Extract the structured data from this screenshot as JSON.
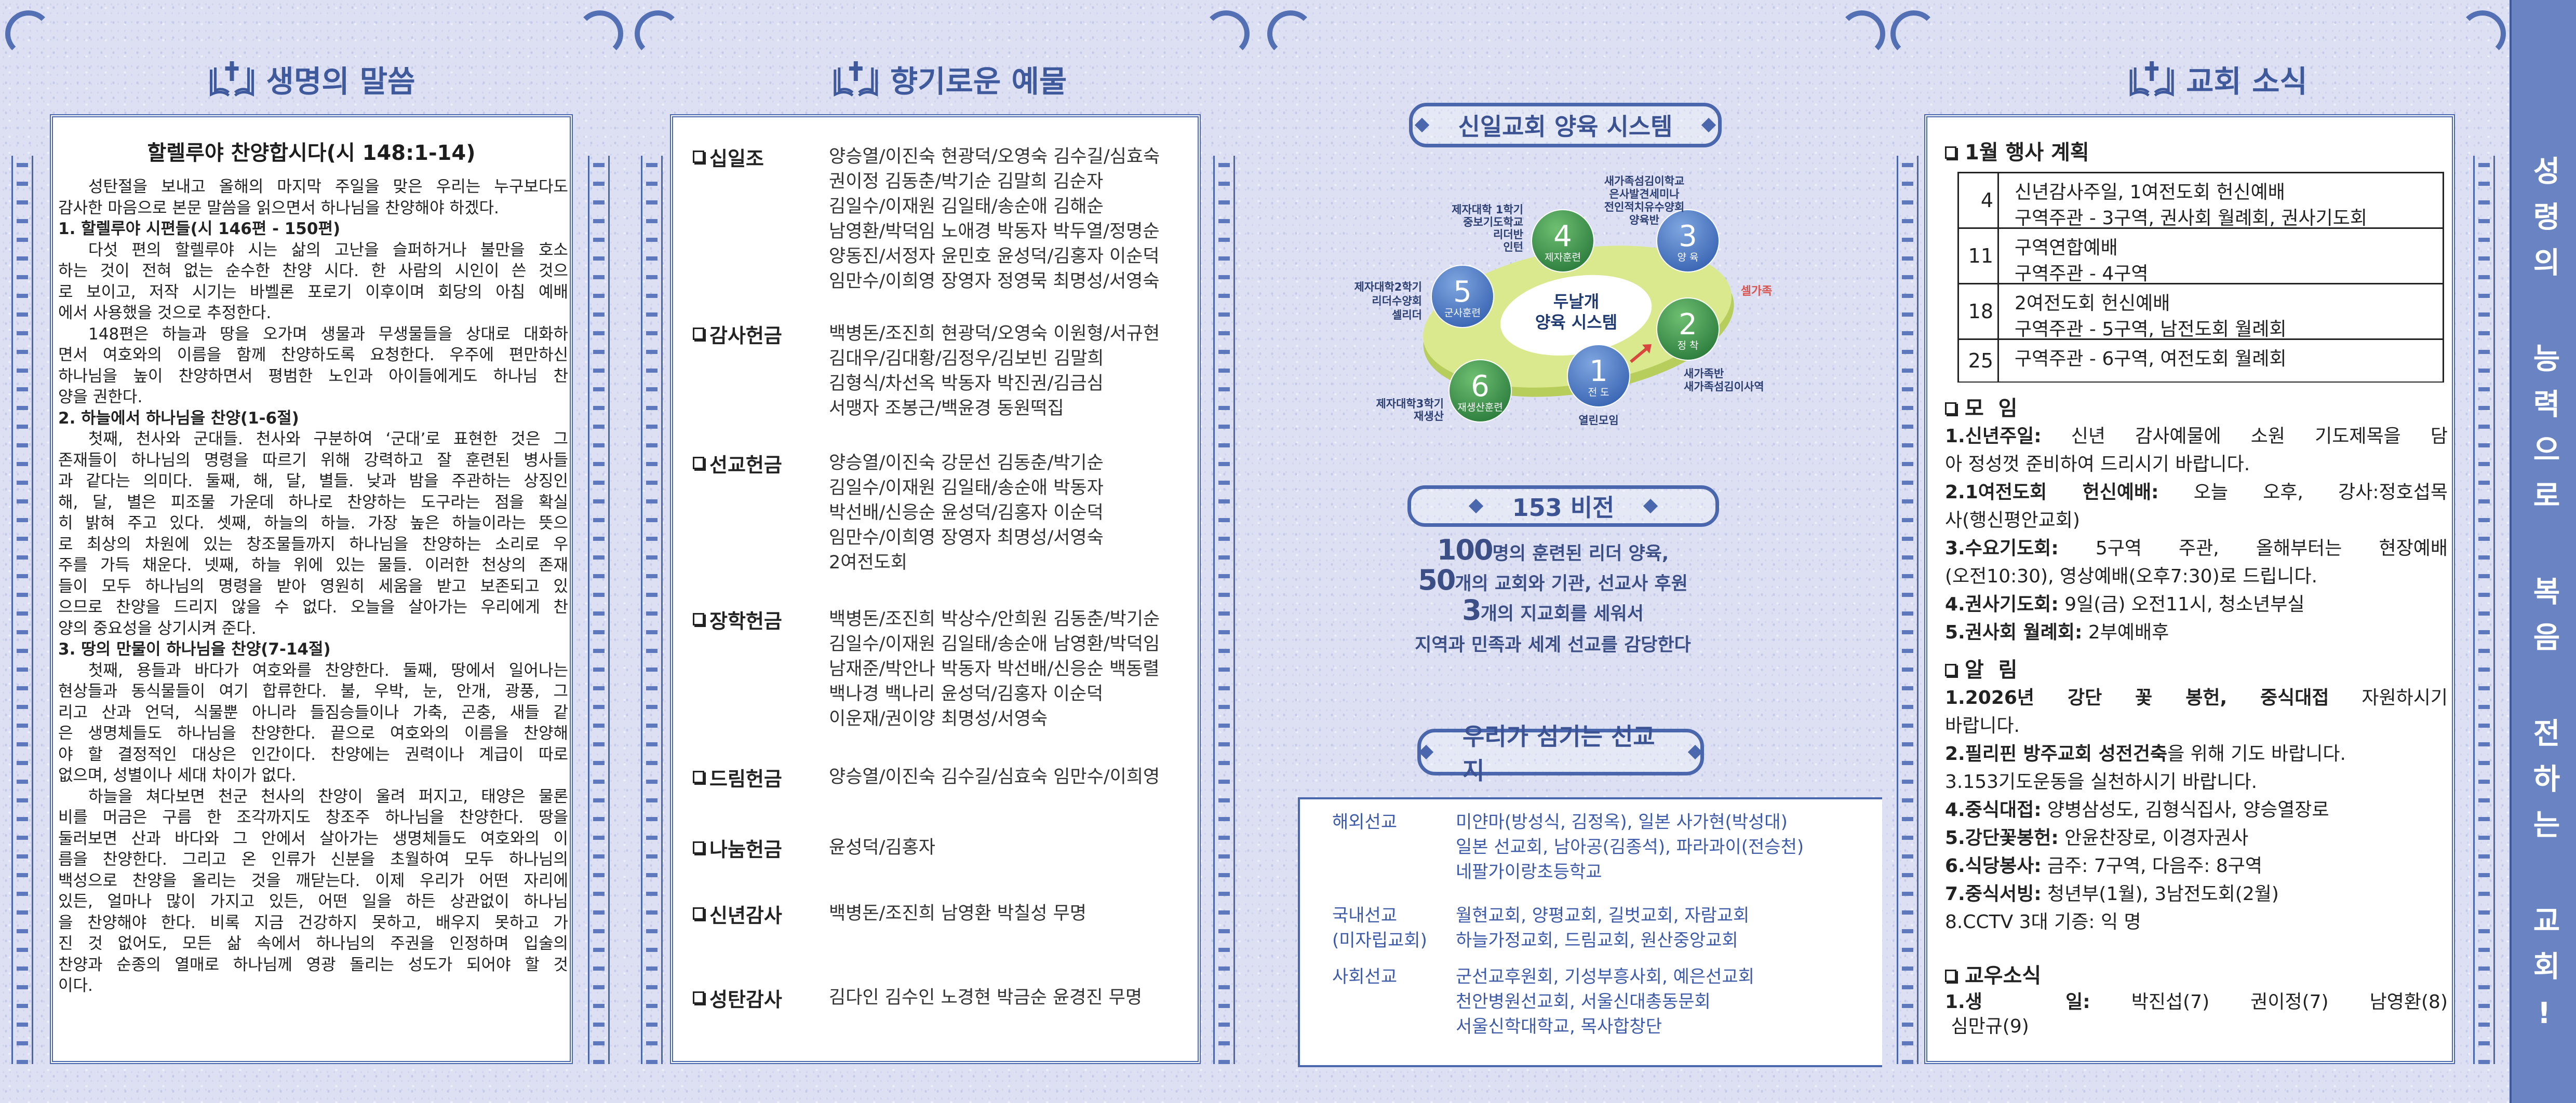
{
  "sermon": {
    "header": "생명의 말씀",
    "title": "할렐루야 찬양합시다(시 148:1-14)",
    "blocks": [
      {
        "type": "p",
        "lines": [
          "성탄절을 보내고 올해의 마지막 주일을 맞은 우리는 누구보다도",
          "감사한 마음으로 본문 말씀을 읽으면서 하나님을 찬양해야 하겠다."
        ]
      },
      {
        "type": "h",
        "lines": [
          "1. 할렐루야 시편들(시 146편 - 150편)"
        ]
      },
      {
        "type": "p",
        "lines": [
          "다섯 편의 할렐루야 시는 삶의 고난을 슬퍼하거나 불만을 호소",
          "하는 것이 전혀 없는 순수한 찬양 시다. 한 사람의 시인이 쓴 것으",
          "로 보이고, 저작 시기는 바벨론 포로기 이후이며 회당의 아침 예배",
          "에서 사용했을 것으로 추정한다."
        ]
      },
      {
        "type": "p",
        "lines": [
          "148편은 하늘과 땅을 오가며 생물과 무생물들을 상대로 대화하",
          "면서 여호와의 이름을 함께 찬양하도록 요청한다. 우주에 편만하신",
          "하나님을 높이 찬양하면서 평범한 노인과 아이들에게도 하나님 찬",
          "양을 권한다."
        ]
      },
      {
        "type": "h",
        "lines": [
          "2. 하늘에서 하나님을 찬양(1-6절)"
        ]
      },
      {
        "type": "p",
        "lines": [
          "첫째, 천사와 군대들. 천사와 구분하여 ‘군대’로 표현한 것은 그",
          "존재들이 하나님의 명령을 따르기 위해 강력하고 잘 훈련된 병사들",
          "과 같다는 의미다. 둘째, 해, 달, 별들. 낮과 밤을 주관하는 상징인",
          "해, 달, 별은 피조물 가운데 하나로 찬양하는 도구라는 점을 확실",
          "히 밝혀 주고 있다. 셋째, 하늘의 하늘. 가장 높은 하늘이라는 뜻으",
          "로 최상의 차원에 있는 창조물들까지 하나님을 찬양하는 소리로 우",
          "주를 가득 채운다. 넷째, 하늘 위에 있는 물들. 이러한 천상의 존재",
          "들이 모두 하나님의 명령을 받아 영원히 세움을 받고 보존되고 있",
          "으므로 찬양을 드리지 않을 수 없다. 오늘을 살아가는 우리에게 찬",
          "양의 중요성을 상기시켜 준다."
        ]
      },
      {
        "type": "h",
        "lines": [
          "3. 땅의 만물이 하나님을 찬양(7-14절)"
        ]
      },
      {
        "type": "p",
        "lines": [
          "첫째, 용들과 바다가 여호와를 찬양한다. 둘째, 땅에서 일어나는",
          "현상들과 동식물들이 여기 합류한다. 불, 우박, 눈, 안개, 광풍, 그",
          "리고 산과 언덕, 식물뿐 아니라 들짐승들이나 가축, 곤충, 새들 같",
          "은 생명체들도 하나님을 찬양한다. 끝으로 여호와의 이름을 찬양해",
          "야 할 결정적인 대상은 인간이다. 찬양에는 권력이나 계급이 따로",
          "없으며, 성별이나 세대 차이가 없다."
        ]
      },
      {
        "type": "p",
        "lines": [
          "하늘을 쳐다보면 천군 천사의 찬양이 울려 퍼지고, 태양은 물론",
          "비를 머금은 구름 한 조각까지도 창조주 하나님을 찬양한다. 땅을",
          "둘러보면 산과 바다와 그 안에서 살아가는 생명체들도 여호와의 이",
          "름을 찬양한다. 그리고 온 인류가 신분을 초월하여 모두 하나님의",
          "백성으로 찬양을 올리는 것을 깨닫는다. 이제 우리가 어떤 자리에",
          "있든, 얼마나 많이 가지고 있든, 어떤 일을 하든 상관없이 하나님",
          "을 찬양해야 한다. 비록 지금 건강하지 못하고, 배우지 못하고 가",
          "진 것 없어도, 모든 삶 속에서 하나님의 주권을 인정하며 입술의",
          "찬양과 순종의 열매로 하나님께 영광 돌리는 성도가 되어야 할 것",
          "이다."
        ]
      }
    ]
  },
  "offerings": {
    "header": "향기로운 예물",
    "items": [
      {
        "label": "십일조",
        "lines": [
          "양승열/이진숙 현광덕/오영숙 김수길/심효숙",
          "권이정 김동춘/박기순 김말희 김순자",
          "김일수/이재원 김일태/송순애 김해순",
          "남영환/박덕임 노애경 박동자 박두열/정명순",
          "양동진/서정자 윤민호 윤성덕/김홍자 이순덕",
          "임만수/이희영 장영자 정영묵 최명성/서영숙"
        ]
      },
      {
        "label": "감사헌금",
        "lines": [
          "백병돈/조진희 현광덕/오영숙 이원형/서규현",
          "김대우/김대황/김정우/김보빈 김말희",
          "김형식/차선옥 박동자 박진권/김금심",
          "서맹자 조봉근/백윤경 동원떡집"
        ]
      },
      {
        "label": "선교헌금",
        "lines": [
          "양승열/이진숙 강문선 김동춘/박기순",
          "김일수/이재원 김일태/송순애 박동자",
          "박선배/신응순 윤성덕/김홍자 이순덕",
          "임만수/이희영 장영자 최명성/서영숙",
          "2여전도회"
        ]
      },
      {
        "label": "장학헌금",
        "lines": [
          "백병돈/조진희 박상수/안희원 김동춘/박기순",
          "김일수/이재원 김일태/송순애 남영환/박덕임",
          "남재준/박안나 박동자 박선배/신응순 백동렬",
          "백나경 백나리 윤성덕/김홍자 이순덕",
          "이운재/권이양 최명성/서영숙"
        ]
      },
      {
        "label": "드림헌금",
        "lines": [
          "양승열/이진숙 김수길/심효숙 임만수/이희영"
        ]
      },
      {
        "label": "나눔헌금",
        "lines": [
          "윤성덕/김홍자"
        ]
      },
      {
        "label": "신년감사",
        "lines": [
          "백병돈/조진희 남영환 박칠성 무명"
        ]
      },
      {
        "label": "성탄감사",
        "lines": [
          "김다인 김수인 노경현 박금순 윤경진 무명"
        ]
      }
    ]
  },
  "training": {
    "title": "신일교회 양육 시스템",
    "center": [
      "두날개",
      "양육 시스템"
    ],
    "cell_label": "셀가족",
    "nodes": [
      {
        "num": "1",
        "name": "전 도",
        "desc": [
          "열린모임"
        ],
        "color": "#4a7cc7"
      },
      {
        "num": "2",
        "name": "정 착",
        "desc": [
          "새가족반",
          "새가족섬김이사역"
        ],
        "color": "#3f9650"
      },
      {
        "num": "3",
        "name": "양 육",
        "desc": [
          "새가족섬김이학교",
          "은사발견세미나",
          "전인적치유수양회",
          "양육반"
        ],
        "color": "#4a7cc7"
      },
      {
        "num": "4",
        "name": "제자훈련",
        "desc": [
          "제자대학 1학기",
          "중보기도학교",
          "리더반",
          "인턴"
        ],
        "color": "#3f9650"
      },
      {
        "num": "5",
        "name": "군사훈련",
        "desc": [
          "제자대학2학기",
          "리더수양회",
          "셀리더"
        ],
        "color": "#4a7cc7"
      },
      {
        "num": "6",
        "name": "재생산훈련",
        "desc": [
          "제자대학3학기",
          "재생산"
        ],
        "color": "#3f9650"
      }
    ]
  },
  "vision": {
    "title": "153 비전",
    "lines": [
      {
        "num": "100",
        "text": "명의 훈련된 리더 양육,"
      },
      {
        "num": "50",
        "text": "개의 교회와 기관, 선교사 후원"
      },
      {
        "num": "3",
        "text": "개의 지교회를 세워서"
      },
      {
        "num": "",
        "text": "지역과 민족과 세계 선교를 감당한다"
      }
    ]
  },
  "missions": {
    "title": "우리가 섬기는 선교지",
    "groups": [
      {
        "category": [
          "해외선교"
        ],
        "items": [
          "미얀마(방성식, 김정옥), 일본 사가현(박성대)",
          "일본 선교회, 남아공(김종석), 파라과이(전승천)",
          "네팔가이랑초등학교"
        ]
      },
      {
        "category": [
          "국내선교",
          "(미자립교회)"
        ],
        "items": [
          "월현교회, 양평교회, 길벗교회, 자람교회",
          "하늘가정교회, 드림교회, 원산중앙교회"
        ]
      },
      {
        "category": [
          "사회선교"
        ],
        "items": [
          "군선교후원회, 기성부흥사회, 예은선교회",
          "천안병원선교회, 서울신대총동문회",
          "서울신학대학교, 목사합창단"
        ]
      }
    ]
  },
  "news": {
    "header": "교회 소식",
    "events_title": "1월 행사 계획",
    "events": [
      {
        "date": "4",
        "lines": [
          "신년감사주일, 1여전도회 헌신예배",
          "구역주관 - 3구역, 권사회 월례회, 권사기도회"
        ]
      },
      {
        "date": "11",
        "lines": [
          "구역연합예배",
          "구역주관 - 4구역"
        ]
      },
      {
        "date": "18",
        "lines": [
          "2여전도회 헌신예배",
          "구역주관 - 5구역, 남전도회 월례회"
        ]
      },
      {
        "date": "25",
        "lines": [
          "구역주관 - 6구역, 여전도회 월례회"
        ]
      }
    ],
    "gatherings_title": "모  임",
    "gatherings": [
      {
        "lines": [
          {
            "b": "1.신년주일:",
            "t": " 신년 감사예물에 소원 기도제목을 담"
          },
          {
            "b": "",
            "t": "아 정성껏 준비하여 드리시기 바랍니다."
          }
        ]
      },
      {
        "lines": [
          {
            "b": "2.1여전도회 헌신예배:",
            "t": " 오늘 오후, 강사:정호섭목"
          },
          {
            "b": "",
            "t": "사(행신평안교회)"
          }
        ]
      },
      {
        "lines": [
          {
            "b": "3.수요기도회:",
            "t": " 5구역 주관, 올해부터는 현장예배"
          },
          {
            "b": "",
            "t": "(오전10:30), 영상예배(오후7:30)로 드립니다."
          }
        ]
      },
      {
        "lines": [
          {
            "b": "4.권사기도회:",
            "t": " 9일(금) 오전11시, 청소년부실"
          }
        ]
      },
      {
        "lines": [
          {
            "b": "5.권사회 월례회:",
            "t": " 2부예배후"
          }
        ]
      }
    ],
    "notices_title": "알  림",
    "notices": [
      {
        "lines": [
          {
            "b": "1.2026년 강단 꽃 봉헌, 중식대접",
            "t": " 자원하시기"
          },
          {
            "b": "",
            "t": "바랍니다."
          }
        ]
      },
      {
        "lines": [
          {
            "b": "2.필리핀 방주교회 성전건축",
            "t": "을 위해 기도 바랍니다."
          }
        ]
      },
      {
        "lines": [
          {
            "b": "",
            "t": "3.153기도운동을 실천하시기 바랍니다."
          }
        ]
      },
      {
        "lines": [
          {
            "b": "4.중식대접:",
            "t": " 양병삼성도, 김형식집사, 양승열장로"
          }
        ]
      },
      {
        "lines": [
          {
            "b": "5.강단꽃봉헌:",
            "t": " 안윤찬장로, 이경자권사"
          }
        ]
      },
      {
        "lines": [
          {
            "b": "6.식당봉사:",
            "t": " 금주: 7구역, 다음주: 8구역"
          }
        ]
      },
      {
        "lines": [
          {
            "b": "7.중식서빙:",
            "t": " 청년부(1월), 3남전도회(2월)"
          }
        ]
      },
      {
        "lines": [
          {
            "b": "",
            "t": "8.CCTV 3대 기증: 익 명"
          }
        ]
      }
    ],
    "members_title": "교우소식",
    "members": [
      {
        "lines": [
          {
            "b": "1.생  일:",
            "t": " 박진섭(7) 권이정(7) 남영환(8)"
          },
          {
            "b": "",
            "t": " 심만규(9)"
          }
        ]
      }
    ]
  },
  "slogan": "성령의 능력으로 복음 전하는 교회!"
}
